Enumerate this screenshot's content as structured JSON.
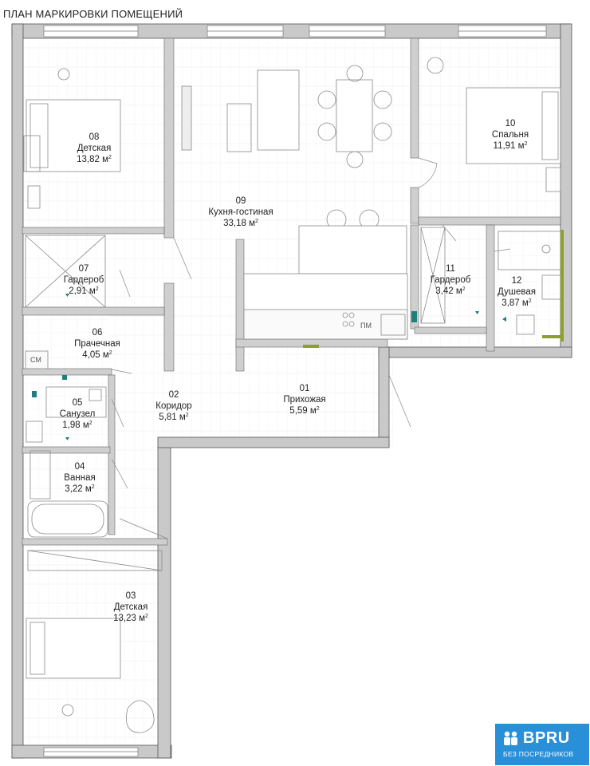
{
  "title": "ПЛАН МАРКИРОВКИ ПОМЕЩЕНИЙ",
  "area_unit": "м",
  "area_unit_power": "2",
  "rooms": [
    {
      "number": "08",
      "name": "Детская",
      "area": "13,82"
    },
    {
      "number": "09",
      "name": "Кухня-гостиная",
      "area": "33,18"
    },
    {
      "number": "10",
      "name": "Спальня",
      "area": "11,91"
    },
    {
      "number": "07",
      "name": "Гардероб",
      "area": "2,91"
    },
    {
      "number": "11",
      "name": "Гардероб",
      "area": "3,42"
    },
    {
      "number": "12",
      "name": "Душевая",
      "area": "3,87"
    },
    {
      "number": "06",
      "name": "Прачечная",
      "area": "4,05"
    },
    {
      "number": "01",
      "name": "Прихожая",
      "area": "5,59"
    },
    {
      "number": "02",
      "name": "Коридор",
      "area": "5,81"
    },
    {
      "number": "05",
      "name": "Санузел",
      "area": "1,98"
    },
    {
      "number": "04",
      "name": "Ванная",
      "area": "3,22"
    },
    {
      "number": "03",
      "name": "Детская",
      "area": "13,23"
    }
  ],
  "labels": {
    "washer": "СМ",
    "dishwasher": "ПМ"
  },
  "logo": {
    "brand": "BPRU",
    "tagline": "БЕЗ ПОСРЕДНИКОВ"
  },
  "colors": {
    "wall": "#c4c4c4",
    "wall_edge": "#5a5a5a",
    "teal_marker": "#1f7f7a",
    "accent_line": "#8ea02a",
    "logo_bg": "#2a8fd9"
  }
}
